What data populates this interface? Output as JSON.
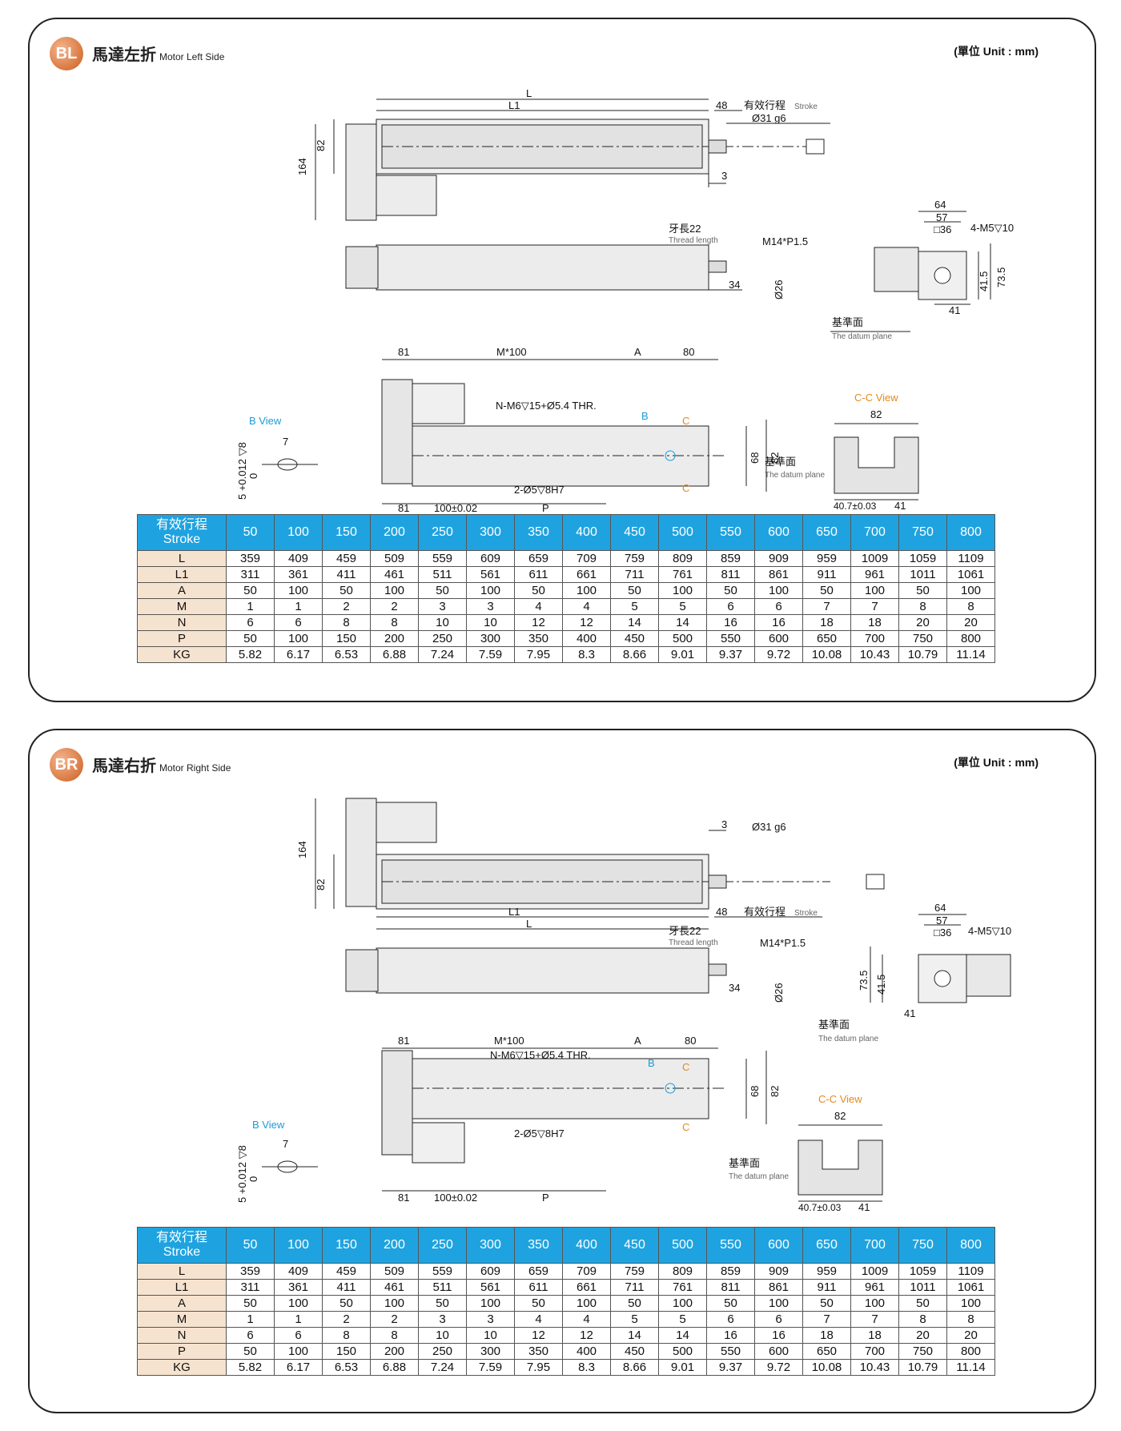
{
  "unit_label": "(單位 Unit : mm)",
  "stroke_header": {
    "zh": "有效行程",
    "en": "Stroke"
  },
  "strokes": [
    "50",
    "100",
    "150",
    "200",
    "250",
    "300",
    "350",
    "400",
    "450",
    "500",
    "550",
    "600",
    "650",
    "700",
    "750",
    "800"
  ],
  "rows": [
    {
      "label": "L",
      "values": [
        "359",
        "409",
        "459",
        "509",
        "559",
        "609",
        "659",
        "709",
        "759",
        "809",
        "859",
        "909",
        "959",
        "1009",
        "1059",
        "1109"
      ]
    },
    {
      "label": "L1",
      "values": [
        "311",
        "361",
        "411",
        "461",
        "511",
        "561",
        "611",
        "661",
        "711",
        "761",
        "811",
        "861",
        "911",
        "961",
        "1011",
        "1061"
      ]
    },
    {
      "label": "A",
      "values": [
        "50",
        "100",
        "50",
        "100",
        "50",
        "100",
        "50",
        "100",
        "50",
        "100",
        "50",
        "100",
        "50",
        "100",
        "50",
        "100"
      ]
    },
    {
      "label": "M",
      "values": [
        "1",
        "1",
        "2",
        "2",
        "3",
        "3",
        "4",
        "4",
        "5",
        "5",
        "6",
        "6",
        "7",
        "7",
        "8",
        "8"
      ]
    },
    {
      "label": "N",
      "values": [
        "6",
        "6",
        "8",
        "8",
        "10",
        "10",
        "12",
        "12",
        "14",
        "14",
        "16",
        "16",
        "18",
        "18",
        "20",
        "20"
      ]
    },
    {
      "label": "P",
      "values": [
        "50",
        "100",
        "150",
        "200",
        "250",
        "300",
        "350",
        "400",
        "450",
        "500",
        "550",
        "600",
        "650",
        "700",
        "750",
        "800"
      ]
    },
    {
      "label": "KG",
      "values": [
        "5.82",
        "6.17",
        "6.53",
        "6.88",
        "7.24",
        "7.59",
        "7.95",
        "8.3",
        "8.66",
        "9.01",
        "9.37",
        "9.72",
        "10.08",
        "10.43",
        "10.79",
        "11.14"
      ]
    }
  ],
  "dims": {
    "L": "L",
    "L1": "L1",
    "d48": "48",
    "stroke_zh": "有效行程",
    "stroke_en": "Stroke",
    "shaft": "Ø31 g6",
    "d3": "3",
    "d164": "164",
    "d82": "82",
    "thread_zh": "牙長22",
    "thread_en": "Thread length",
    "m14": "M14*P1.5",
    "d34": "34",
    "d26": "Ø26",
    "d64": "64",
    "d57": "57",
    "sq36": "□36",
    "m5": "4-M5▽10",
    "d73": "73.5",
    "d41_5": "41.5",
    "d41": "41",
    "datum_zh": "基準面",
    "datum_en": "The datum plane",
    "d81": "81",
    "m100": "M*100",
    "dA": "A",
    "d80": "80",
    "nm6": "N-M6▽15+Ø5.4 THR.",
    "lb": "B",
    "lc": "C",
    "d68": "68",
    "pin": "2-Ø5▽8H7",
    "d100": "100±0.02",
    "dP": "P",
    "bview": "B View",
    "d7": "7",
    "tol": "5 +0.012 ▽8",
    "tol0": "0",
    "ccview": "C-C View",
    "d40": "40.7±0.03"
  },
  "panels": [
    {
      "badge": "BL",
      "title_zh": "馬達左折",
      "title_en": "Motor Left Side"
    },
    {
      "badge": "BR",
      "title_zh": "馬達右折",
      "title_en": "Motor Right Side"
    }
  ]
}
